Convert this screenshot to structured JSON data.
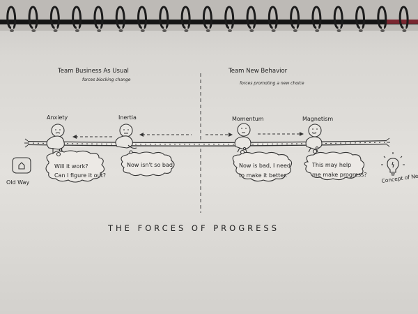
{
  "teams": {
    "left": {
      "title": "Team Business As Usual",
      "subtitle": "forces blocking change"
    },
    "right": {
      "title": "Team New Behavior",
      "subtitle": "forces promoting a new choice"
    }
  },
  "forces": [
    {
      "name": "Anxiety",
      "thought": [
        "Will it work?",
        "Can I figure it out?"
      ]
    },
    {
      "name": "Inertia",
      "thought": [
        "Now isn't so bad."
      ]
    },
    {
      "name": "Momentum",
      "thought": [
        "Now is bad, I need",
        "to make it better."
      ]
    },
    {
      "name": "Magnetism",
      "thought": [
        "This may help",
        "me make progress?"
      ]
    }
  ],
  "ends": {
    "left": "Old Way",
    "right": "Concept of New Way"
  },
  "footer_title": "THE FORCES OF PROGRESS"
}
